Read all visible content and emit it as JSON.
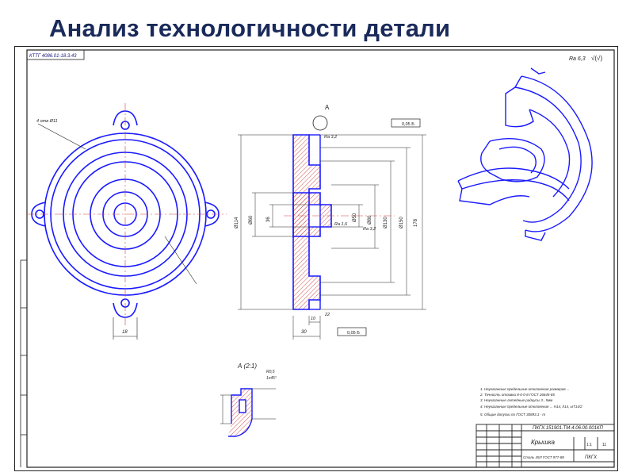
{
  "slide": {
    "title": "Анализ технологичности детали"
  },
  "drawing": {
    "stamp_top_left": "КТТГ 4086.01-18.3.43",
    "roughness_general": "Ra 6,3",
    "section_label": "А",
    "detail_view_label": "А (2:1)",
    "dimensions": {
      "holes": "4 отв Ø11",
      "flange_width": "18",
      "dim_30": "30",
      "dim_36": "36",
      "dim_50": "Ø50",
      "dim_80": "Ø80",
      "dim_130": "Ø130",
      "dim_150": "Ø150",
      "dim_178": "178",
      "dim_114": "Ø114",
      "dim_60": "Ø60",
      "dim_10": "10",
      "dim_22": "22",
      "roughness_a": "Ra 3,2",
      "roughness_b": "Ra 1,6",
      "roughness_c": "Ra 3,2",
      "tol_top": "0,05 Б",
      "tol_bottom": "0,05 Б",
      "detail_r": "R0,5",
      "detail_chamfer": "1х45°"
    },
    "notes": [
      "1. Неуказанные предельные отклонения размеров ...",
      "2. Точность отливки 8-0-0-8 ГОСТ 26645-85",
      "3. Неуказанные литейные радиусы 3...5мм",
      "4. Неуказанные предельные отклонения ... Н14, h14, ±IT14/2",
      "5. Общие допуски по ГОСТ 30893.1 - m"
    ],
    "title_block": {
      "designation": "ПКГХ.151901.ТМ-4.06.00.001КП",
      "part_name": "Крышка",
      "material": "Сталь 45Л ГОСТ 977-88",
      "org": "ПКГХ",
      "scale": "1:1",
      "sheet": "11"
    }
  }
}
